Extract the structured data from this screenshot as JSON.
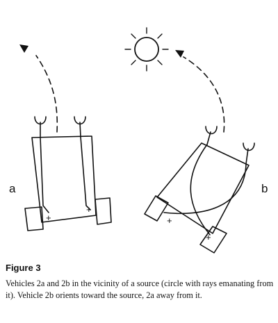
{
  "labels": {
    "a": "a",
    "b": "b"
  },
  "plus_sign": "+",
  "caption": {
    "title": "Figure 3",
    "text": "Vehicles 2a and 2b in the vicinity of a source (circle with rays emanating from it). Vehicle 2b orients toward the source, 2a away from it."
  },
  "icons": {
    "source": "sun-icon",
    "path": "dashed-path-arrow"
  },
  "colors": {
    "ink": "#111111",
    "background": "#ffffff"
  }
}
